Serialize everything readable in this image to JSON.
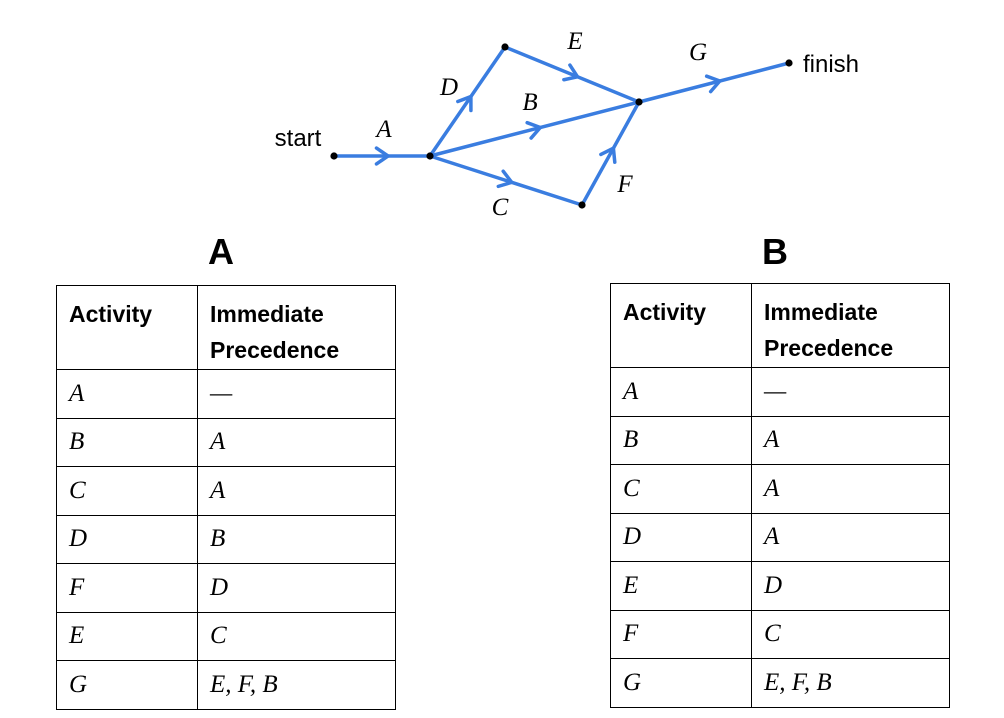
{
  "diagram": {
    "nodes": [
      {
        "id": "start",
        "label": "start"
      },
      {
        "id": "n1",
        "label": ""
      },
      {
        "id": "n2",
        "label": ""
      },
      {
        "id": "n3",
        "label": ""
      },
      {
        "id": "n4",
        "label": ""
      },
      {
        "id": "finish",
        "label": "finish"
      }
    ],
    "edges": [
      {
        "from": "start",
        "to": "n1",
        "label": "A"
      },
      {
        "from": "n1",
        "to": "n2",
        "label": "D"
      },
      {
        "from": "n2",
        "to": "n4",
        "label": "E"
      },
      {
        "from": "n1",
        "to": "n4",
        "label": "B"
      },
      {
        "from": "n1",
        "to": "n3",
        "label": "C"
      },
      {
        "from": "n3",
        "to": "n4",
        "label": "F"
      },
      {
        "from": "n4",
        "to": "finish",
        "label": "G"
      }
    ],
    "colors": {
      "edge": "#3a7de0",
      "node": "#000000"
    }
  },
  "tableA": {
    "heading": "A",
    "col1": "Activity",
    "col2_line1": "Immediate",
    "col2_line2": "Precedence",
    "rows": [
      {
        "activity": "A",
        "precedence": "—"
      },
      {
        "activity": "B",
        "precedence": "A"
      },
      {
        "activity": "C",
        "precedence": "A"
      },
      {
        "activity": "D",
        "precedence": "B"
      },
      {
        "activity": "F",
        "precedence": "D"
      },
      {
        "activity": "E",
        "precedence": "C"
      },
      {
        "activity": "G",
        "precedence": "E, F, B"
      }
    ]
  },
  "tableB": {
    "heading": "B",
    "col1": "Activity",
    "col2_line1": "Immediate",
    "col2_line2": "Precedence",
    "rows": [
      {
        "activity": "A",
        "precedence": "—"
      },
      {
        "activity": "B",
        "precedence": "A"
      },
      {
        "activity": "C",
        "precedence": "A"
      },
      {
        "activity": "D",
        "precedence": "A"
      },
      {
        "activity": "E",
        "precedence": "D"
      },
      {
        "activity": "F",
        "precedence": "C"
      },
      {
        "activity": "G",
        "precedence": "E, F, B"
      }
    ]
  }
}
